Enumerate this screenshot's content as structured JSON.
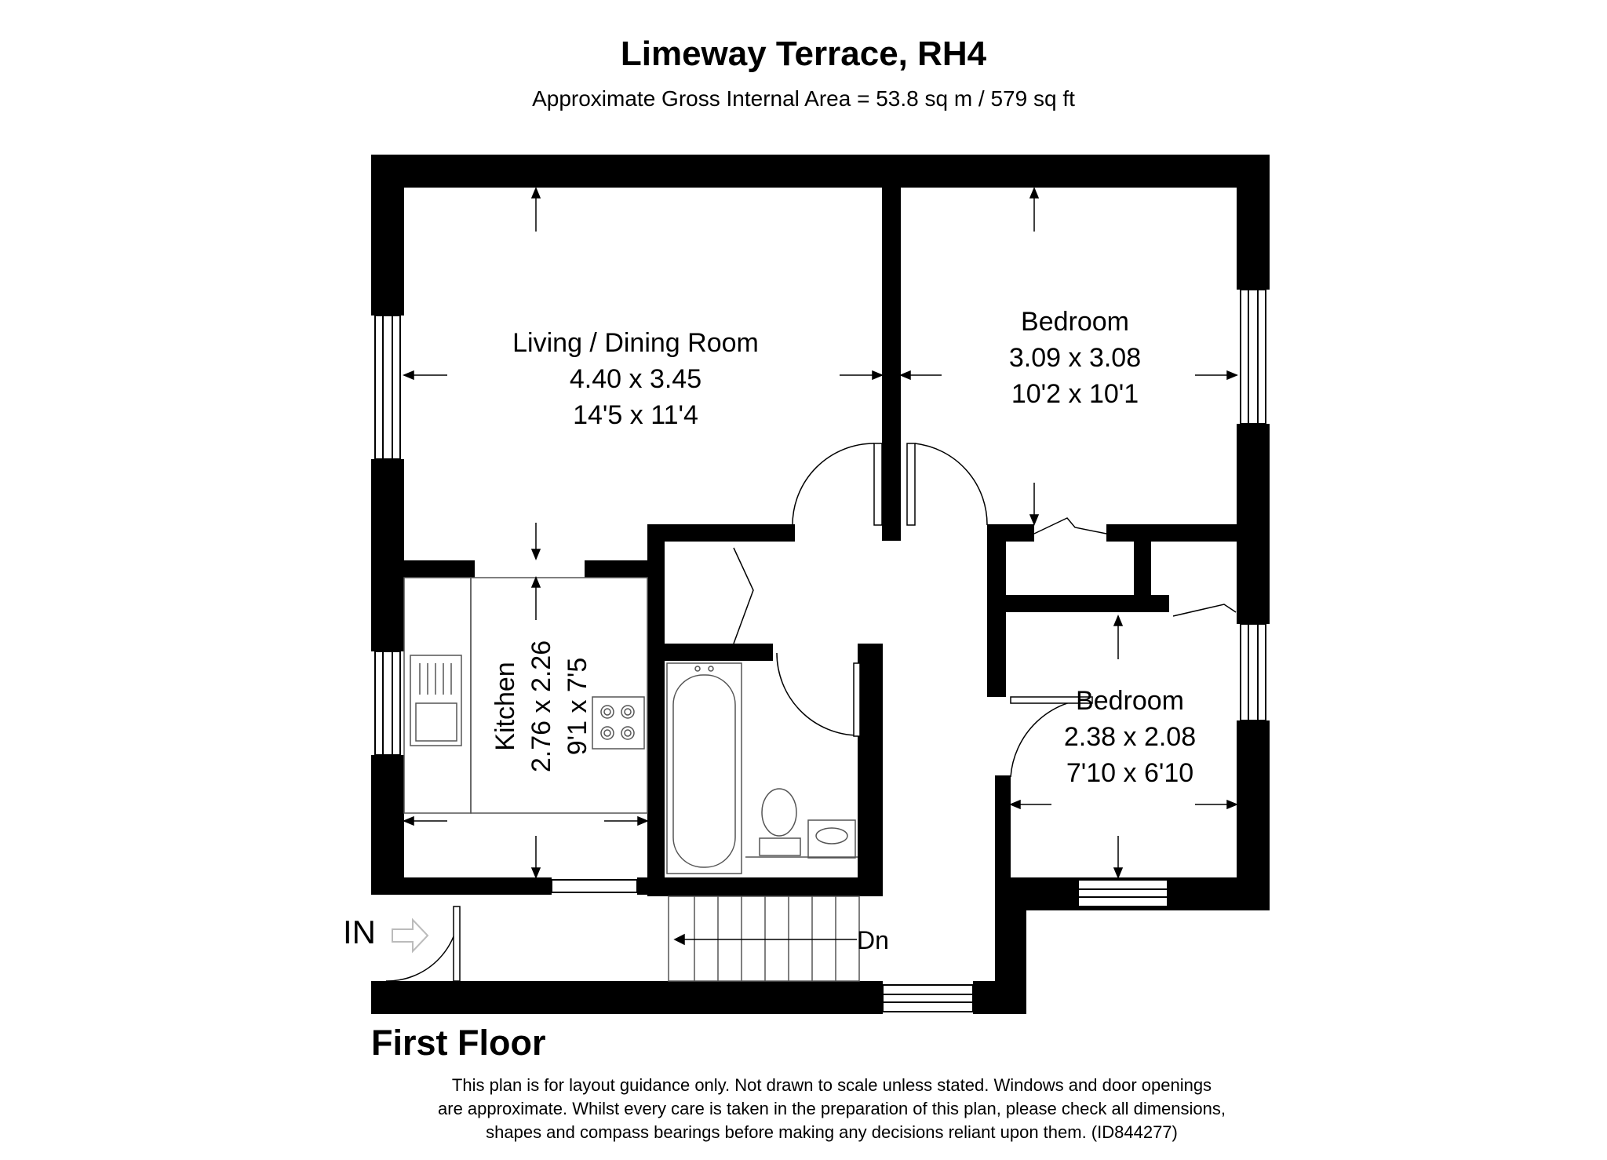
{
  "header": {
    "title": "Limeway Terrace, RH4",
    "subtitle": "Approximate Gross Internal Area = 53.8 sq m / 579 sq ft"
  },
  "floor_label": "First Floor",
  "rooms": {
    "living": {
      "name": "Living / Dining Room",
      "metric": "4.40 x 3.45",
      "imperial": "14'5 x 11'4"
    },
    "bedroom1": {
      "name": "Bedroom",
      "metric": "3.09 x 3.08",
      "imperial": "10'2 x 10'1"
    },
    "bedroom2": {
      "name": "Bedroom",
      "metric": "2.38 x 2.08",
      "imperial": "7'10 x 6'10"
    },
    "kitchen": {
      "name": "Kitchen",
      "metric": "2.76 x 2.26",
      "imperial": "9'1 x 7'5"
    }
  },
  "entrance_label": "IN",
  "stairs_label": "Dn",
  "disclaimer": {
    "line1": "This plan is for layout guidance only. Not drawn to scale unless stated. Windows and door openings",
    "line2": "are approximate. Whilst every care is taken in the preparation of this plan, please check all dimensions,",
    "line3": "shapes and compass bearings before making any decisions reliant upon them. (ID844277)"
  },
  "colors": {
    "wall": "#000000",
    "background": "#ffffff",
    "fixture": "#555555",
    "entry_arrow": "#bbbbbb"
  }
}
